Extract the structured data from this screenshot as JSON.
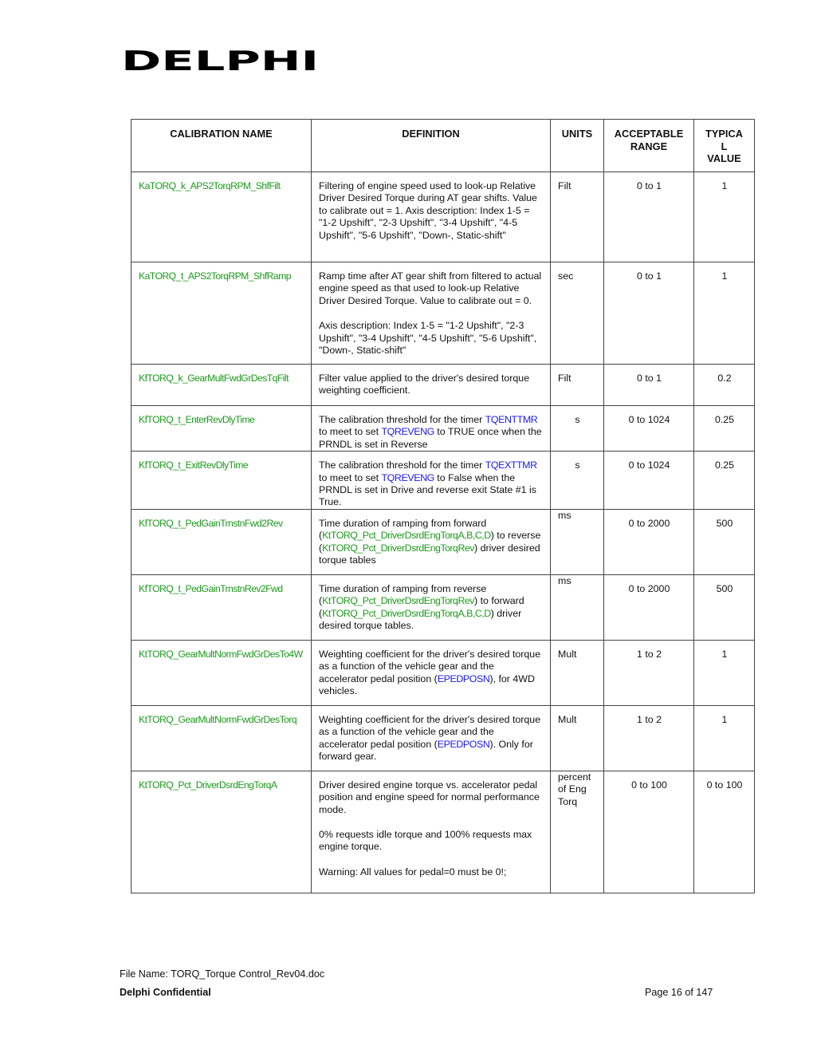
{
  "logo_text": "DELPHI",
  "headers": [
    "CALIBRATION NAME",
    "DEFINITION",
    "UNITS",
    "ACCEPTABLE RANGE",
    "TYPICAL VALUE"
  ],
  "header_display": [
    "CALIBRATION NAME",
    "DEFINITION",
    "UNITS",
    "ACCEPTABLE\nRANGE",
    "TYPICA\nL\nVALUE"
  ],
  "rows": [
    {
      "name": "KaTORQ_k_APS2TorqRPM_ShfFilt",
      "definition": [
        [
          {
            "t": "Filtering of engine speed used to look-up Relative Driver Desired Torque during AT gear shifts.  Value to calibrate out = 1.  Axis description:     Index 1-5 = \"1-2 Upshift\", \"2-3 Upshift\", \"3-4 Upshift\", \"4-5 Upshift\", \"5-6 Upshift\", \"Down-, Static-shift\"",
            "k": "n"
          }
        ]
      ],
      "units": "Filt",
      "range": "0 to 1",
      "typical": "1"
    },
    {
      "name": "KaTORQ_t_APS2TorqRPM_ShfRamp",
      "definition": [
        [
          {
            "t": "Ramp time after AT gear shift from filtered to actual engine speed as that used to look-up Relative Driver Desired Torque.  Value to calibrate out = 0.",
            "k": "n"
          }
        ],
        [
          {
            "t": "Axis description: Index 1-5 = \"1-2 Upshift\", \"2-3 Upshift\", \"3-4 Upshift\", \"4-5 Upshift\", \"5-6 Upshift\", \"Down-, Static-shift\"",
            "k": "n"
          }
        ]
      ],
      "units": "sec",
      "range": "0 to 1",
      "typical": "1"
    },
    {
      "name": "KfTORQ_k_GearMultFwdGrDesTqFilt",
      "definition": [
        [
          {
            "t": "Filter value applied to the driver's desired torque weighting coefficient.",
            "k": "n"
          }
        ]
      ],
      "units": "Filt",
      "range": "0 to 1",
      "typical": "0.2"
    },
    {
      "name": "KfTORQ_t_EnterRevDlyTime",
      "definition": [
        [
          {
            "t": "The calibration threshold for the timer ",
            "k": "n"
          },
          {
            "t": "TQENTTMR",
            "k": "b"
          },
          {
            "t": " to meet to set ",
            "k": "n"
          },
          {
            "t": "TQREVENG",
            "k": "b"
          },
          {
            "t": " to TRUE once when the PRNDL is set in Reverse",
            "k": "n"
          }
        ]
      ],
      "units": "s",
      "range": "0 to 1024",
      "typical": "0.25"
    },
    {
      "name": "KfTORQ_t_ExitRevDlyTime",
      "definition": [
        [
          {
            "t": "The calibration threshold for the timer ",
            "k": "n"
          },
          {
            "t": "TQEXTTMR",
            "k": "b"
          },
          {
            "t": " to meet to set ",
            "k": "n"
          },
          {
            "t": "TQREVENG",
            "k": "b"
          },
          {
            "t": " to False when the PRNDL is set in Drive and reverse exit State #1 is True.",
            "k": "n"
          }
        ]
      ],
      "units": "s",
      "range": "0 to 1024",
      "typical": "0.25"
    },
    {
      "name": "KfTORQ_t_PedGainTrnstnFwd2Rev",
      "definition": [
        [
          {
            "t": "Time duration of ramping from forward (",
            "k": "n"
          },
          {
            "t": "KtTORQ_Pct_DriverDsrdEngTorqA,B,C,D",
            "k": "g"
          },
          {
            "t": ") to reverse (",
            "k": "n"
          },
          {
            "t": "KtTORQ_Pct_DriverDsrdEngTorqRev",
            "k": "g"
          },
          {
            "t": ") driver desired torque tables",
            "k": "n"
          }
        ]
      ],
      "units": "ms",
      "range": "0 to 2000",
      "typical": "500"
    },
    {
      "name": "KfTORQ_t_PedGainTrnstnRev2Fwd",
      "definition": [
        [
          {
            "t": "Time duration of ramping from reverse (",
            "k": "n"
          },
          {
            "t": "KtTORQ_Pct_DriverDsrdEngTorqRev",
            "k": "g"
          },
          {
            "t": ") to forward (",
            "k": "n"
          },
          {
            "t": "KtTORQ_Pct_DriverDsrdEngTorqA,B,C,D",
            "k": "g"
          },
          {
            "t": ") driver desired torque tables.",
            "k": "n"
          }
        ]
      ],
      "units": "ms",
      "range": "0 to 2000",
      "typical": "500"
    },
    {
      "name": "KtTORQ_GearMultNormFwdGrDesTo4W",
      "definition": [
        [
          {
            "t": "Weighting coefficient for the driver's desired torque as a function of the vehicle gear and the accelerator pedal position (",
            "k": "n"
          },
          {
            "t": "EPEDPOSN",
            "k": "b"
          },
          {
            "t": "), for 4WD vehicles.",
            "k": "n"
          }
        ]
      ],
      "units": "Mult",
      "range": "1 to 2",
      "typical": "1"
    },
    {
      "name": "KtTORQ_GearMultNormFwdGrDesTorq",
      "definition": [
        [
          {
            "t": "Weighting coefficient for the driver's desired torque as a function of the vehicle gear and the accelerator pedal position (",
            "k": "n"
          },
          {
            "t": "EPEDPOSN",
            "k": "b"
          },
          {
            "t": ").  Only for forward gear.",
            "k": "n"
          }
        ]
      ],
      "units": "Mult",
      "range": "1 to 2",
      "typical": "1"
    },
    {
      "name": "KtTORQ_Pct_DriverDsrdEngTorqA",
      "definition": [
        [
          {
            "t": "Driver desired engine torque vs. accelerator pedal position and engine speed for normal performance mode.",
            "k": "n"
          }
        ],
        [
          {
            "t": "0% requests idle torque and 100% requests max engine torque.",
            "k": "n"
          }
        ],
        [
          {
            "t": "Warning: All values for pedal=0 must be 0!;",
            "k": "n"
          }
        ]
      ],
      "units": "percent of Eng Torq",
      "range": "0 to 100",
      "typical": "0 to 100"
    }
  ],
  "footer": {
    "file_name": "File Name: TORQ_Torque Control_Rev04.doc",
    "confidential": "Delphi Confidential",
    "page": "Page 16 of 147"
  }
}
